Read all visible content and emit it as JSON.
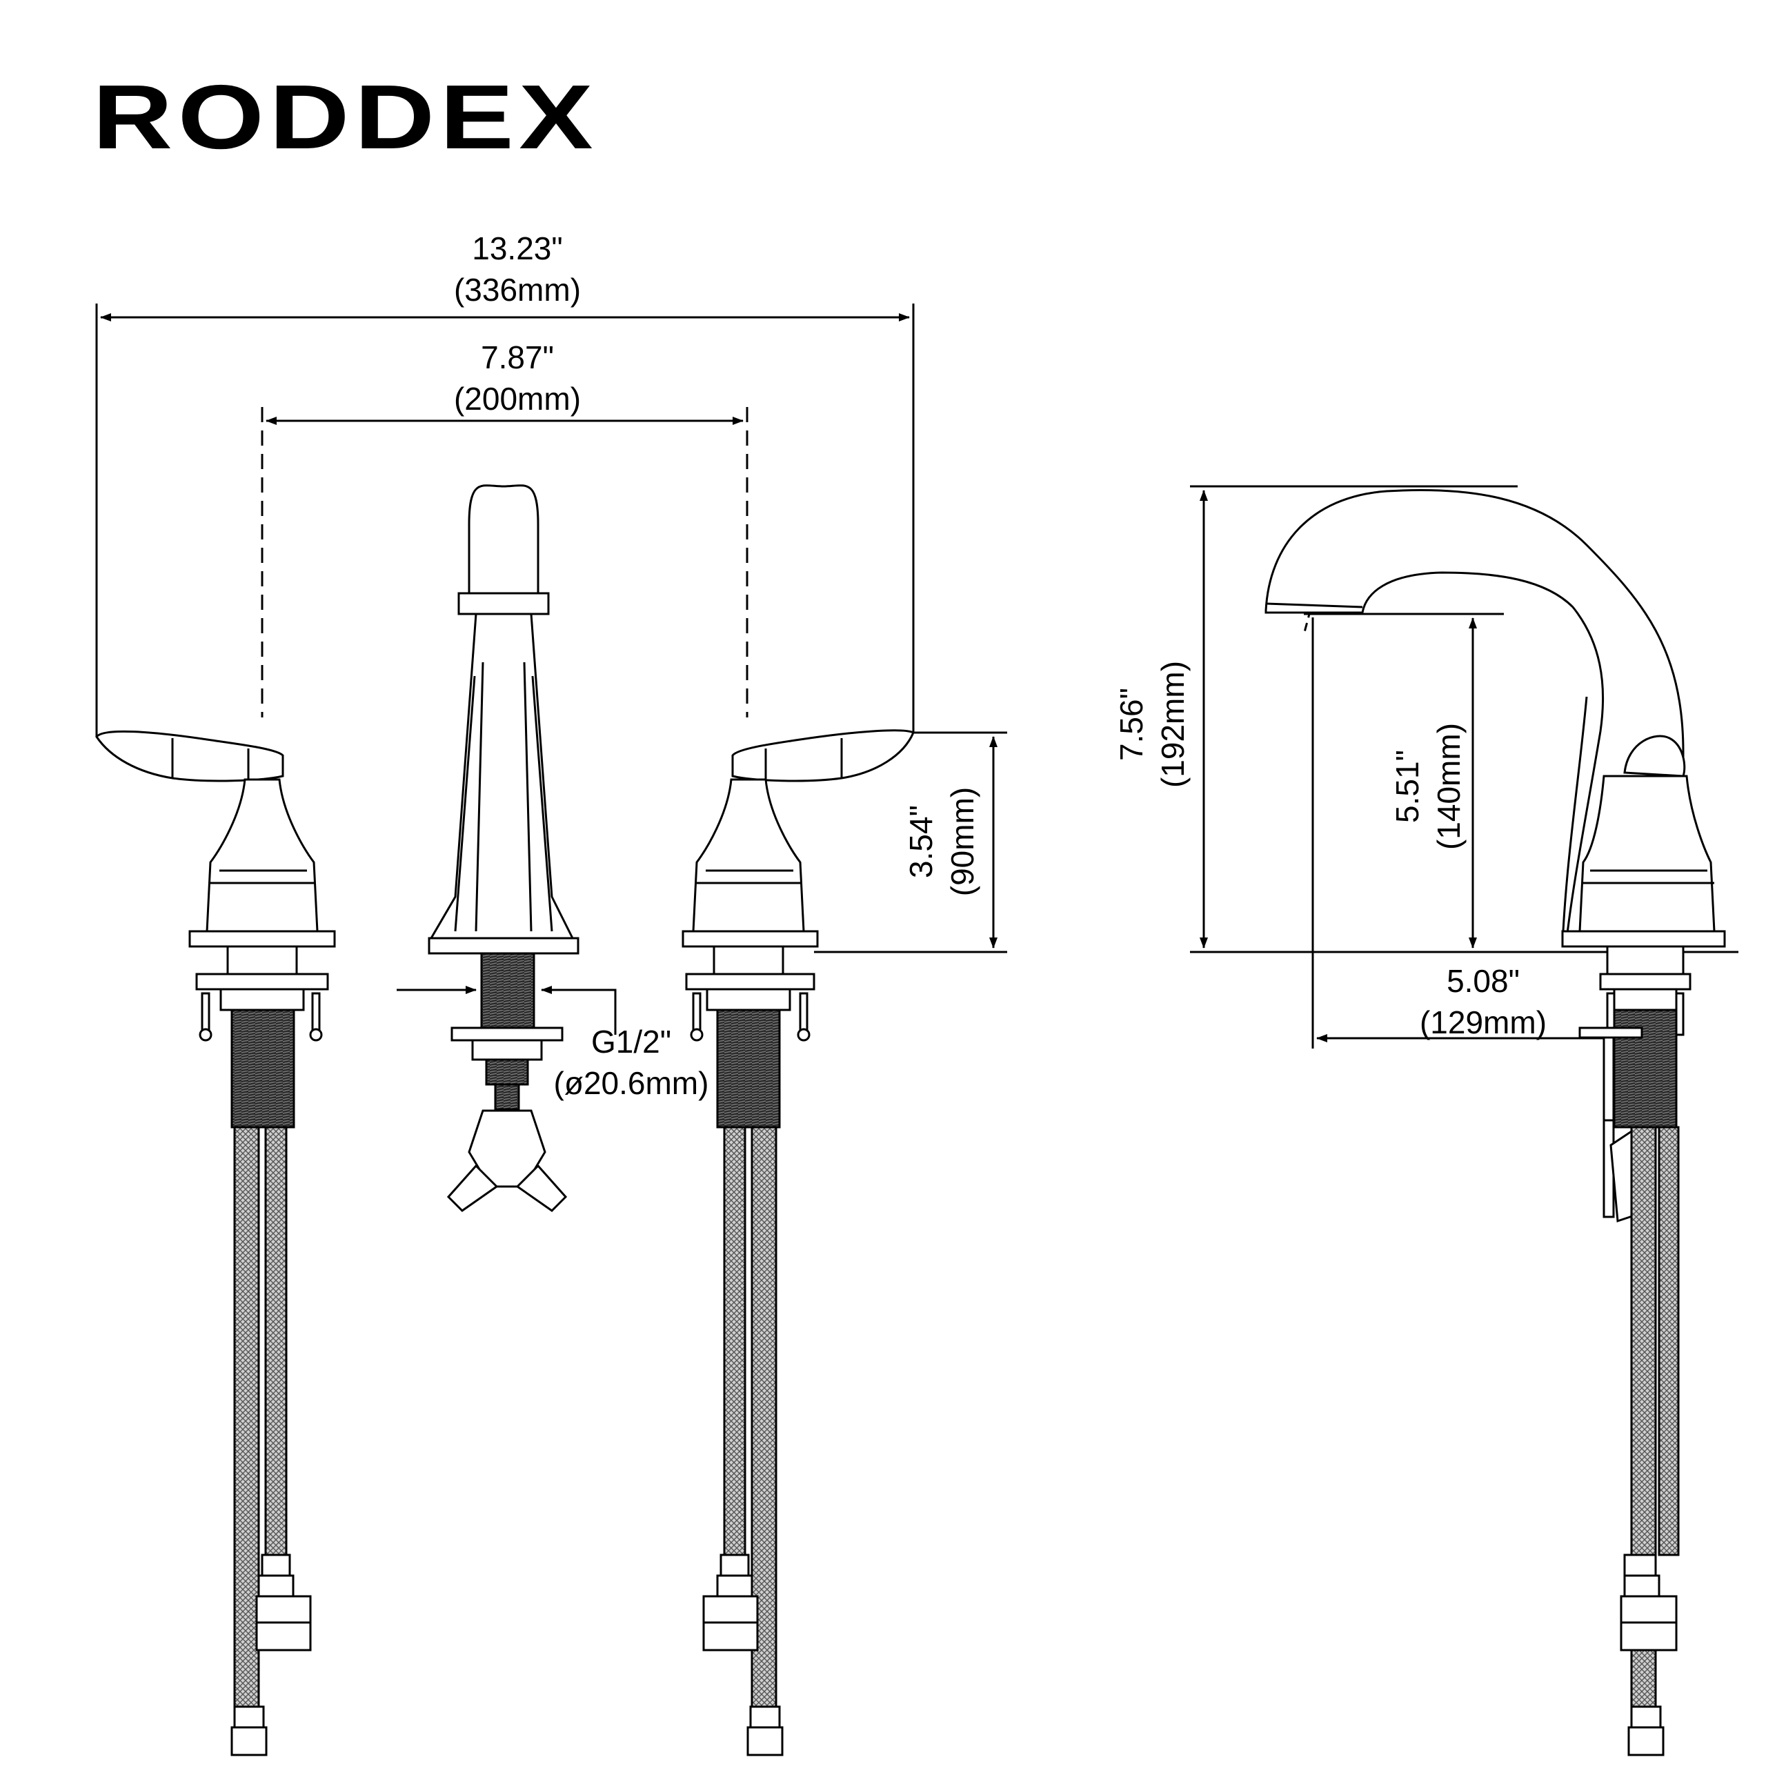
{
  "brand": {
    "logo_text": "RODDEX"
  },
  "colors": {
    "line": "#000000",
    "background": "#ffffff",
    "hose": "#6a6a6a"
  },
  "dimensions": {
    "overall_width": {
      "inch": "13.23\"",
      "mm": "(336mm)"
    },
    "center_spread": {
      "inch": "7.87\"",
      "mm": "(200mm)"
    },
    "handle_height": {
      "inch": "3.54\"",
      "mm": "(90mm)"
    },
    "total_height": {
      "inch": "7.56\"",
      "mm": "(192mm)"
    },
    "spout_height": {
      "inch": "5.51\"",
      "mm": "(140mm)"
    },
    "spout_reach": {
      "inch": "5.08\"",
      "mm": "(129mm)"
    },
    "thread": {
      "size": "G1/2\"",
      "diameter": "(ø20.6mm)"
    }
  }
}
